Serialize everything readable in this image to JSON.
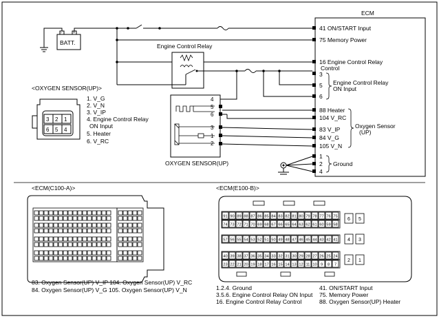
{
  "ecm": {
    "title": "ECM",
    "pins": [
      "41 ON/START Input",
      "75 Memory Power",
      "16 Engine Control Relay",
      "Control",
      "3",
      "5",
      "6",
      "88 Heater",
      "104 V_RC",
      "83 V_IP",
      "84 V_G",
      "105 V_N",
      "1",
      "2",
      "4"
    ],
    "relay_on_input": [
      "Engine Control Relay",
      "ON Input"
    ],
    "oxygen_group": [
      "Oxygen Sensor",
      "(UP)"
    ],
    "ground_label": "Ground"
  },
  "battery": {
    "label": "BATT."
  },
  "relay": {
    "label": "Engine Control Relay"
  },
  "sensor_box": {
    "label": "OXYGEN SENSOR(UP)",
    "pins": [
      "4",
      "5",
      "6",
      "3",
      "1",
      "2"
    ]
  },
  "sensor_connector": {
    "title": "<OXYGEN SENSOR(UP)>",
    "cells": [
      "3",
      "2",
      "1",
      "6",
      "5",
      "4"
    ],
    "legend": [
      "1. V_G",
      "2. V_N",
      "3. V_IP",
      "4. Engine Control Relay",
      "ON Input",
      "5. Heater",
      "6. V_RC"
    ]
  },
  "ecm_a": {
    "title": "<ECM(C100-A)>",
    "notes": [
      "83. Oxygen Sensor(UP) V_IP  104. Oxygen Sensor(UP) V_RC",
      "84. Oxygen Sensor(UP) V_G   105. Oxygen Sensor(UP) V_N"
    ]
  },
  "ecm_b": {
    "title": "<ECM(E100-B)>",
    "row1": [
      "91",
      "90",
      "89",
      "88",
      "87",
      "86",
      "85",
      "84",
      "83",
      "82",
      "81",
      "80",
      "79",
      "78",
      "77",
      "76",
      "75"
    ],
    "row2": [
      "74",
      "73",
      "72",
      "71",
      "70",
      "69",
      "68",
      "67",
      "66",
      "65",
      "64",
      "63",
      "62",
      "61",
      "60",
      "59",
      "58"
    ],
    "row3": [
      "57",
      "56",
      "55",
      "54",
      "53",
      "52",
      "51",
      "50",
      "49",
      "48",
      "47",
      "46",
      "45",
      "44",
      "43",
      "42",
      "41"
    ],
    "row4": [
      "40",
      "39",
      "38",
      "37",
      "36",
      "35",
      "34",
      "33",
      "32",
      "31",
      "30",
      "29",
      "28",
      "27",
      "26",
      "25",
      "24"
    ],
    "row5": [
      "23",
      "22",
      "21",
      "20",
      "19",
      "18",
      "17",
      "16",
      "15",
      "14",
      "13",
      "12",
      "11",
      "10",
      "9",
      "8",
      "7"
    ],
    "side_top": [
      "6",
      "5"
    ],
    "side_mid": [
      "4",
      "3"
    ],
    "side_bot": [
      "2",
      "1"
    ],
    "notes_left": [
      "1.2.4. Ground",
      "3.5.6. Engine Control Relay ON Input",
      "16. Engine Control Relay Control"
    ],
    "notes_right": [
      "41. ON/START Input",
      "75. Memory Power",
      "88. Oxygen Sensor(UP) Heater"
    ]
  }
}
